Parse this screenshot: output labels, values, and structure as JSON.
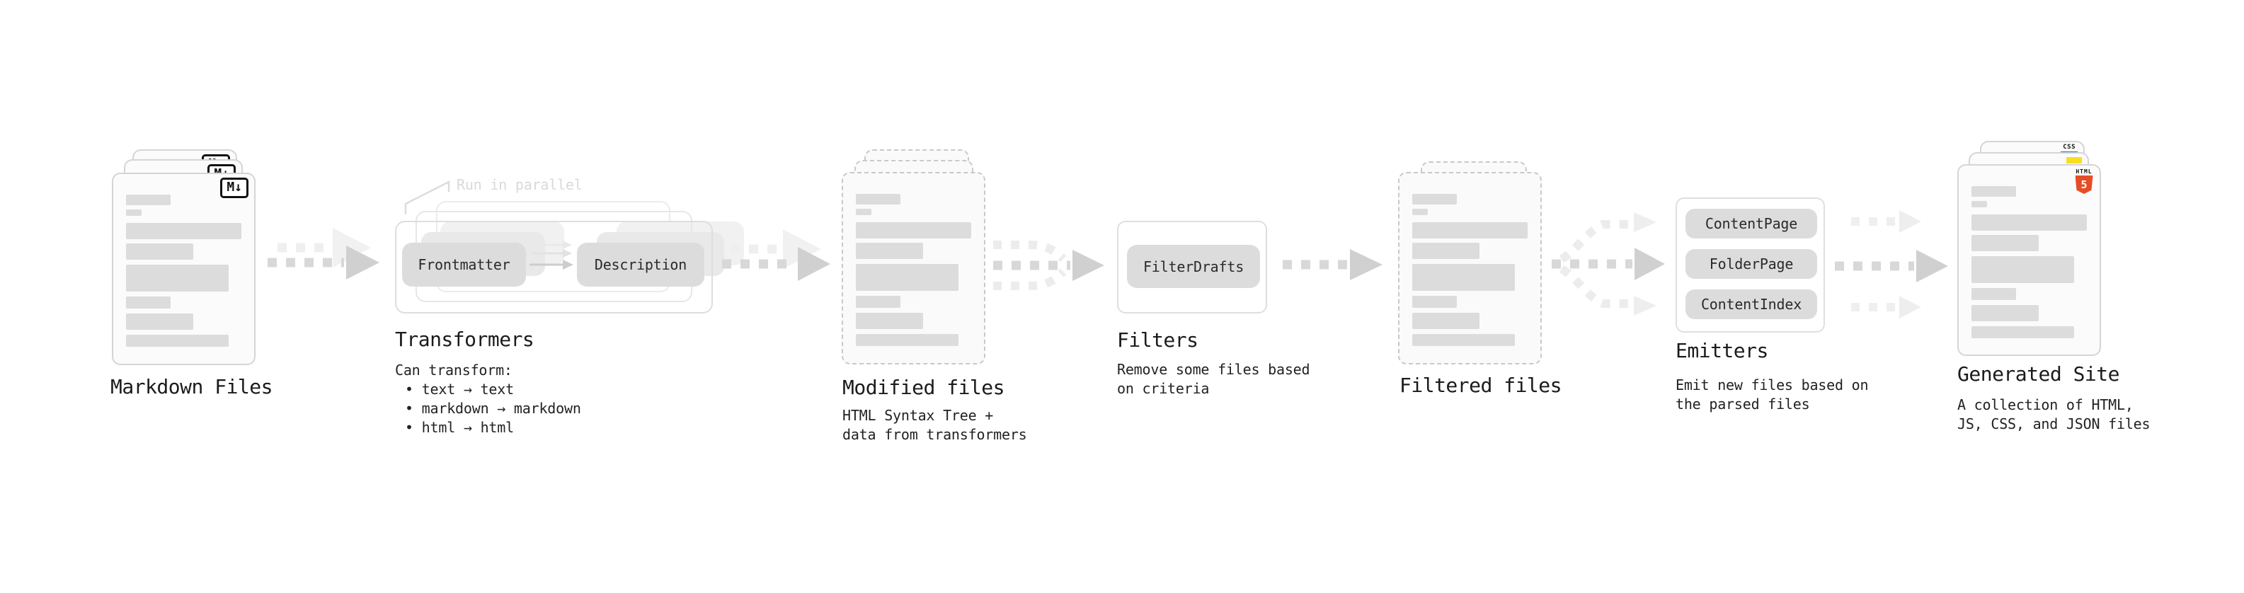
{
  "colors": {
    "accent_html5": "#e44d26",
    "accent_js": "#f7df1e",
    "accent_css": "#2d6ff2",
    "arrow_main": "#d8d8d8",
    "arrow_faint": "#efefef"
  },
  "stages": {
    "markdown": {
      "title": "Markdown Files",
      "badge": "M↓"
    },
    "transformers": {
      "title": "Transformers",
      "parallel_note": "Run in parallel",
      "source_box": "Frontmatter",
      "target_box": "Description",
      "note_heading": "Can transform:",
      "bullet_1": "• text → text",
      "bullet_2": "• markdown → markdown",
      "bullet_3": "• html → html"
    },
    "modified": {
      "title": "Modified files",
      "subtitle_1": "HTML Syntax Tree +",
      "subtitle_2": "data from transformers"
    },
    "filters": {
      "title": "Filters",
      "filter_button": "FilterDrafts",
      "subtitle_1": "Remove some files based",
      "subtitle_2": "on criteria"
    },
    "filtered": {
      "title": "Filtered files"
    },
    "emitters": {
      "title": "Emitters",
      "emitter_1": "ContentPage",
      "emitter_2": "FolderPage",
      "emitter_3": "ContentIndex",
      "subtitle_1": "Emit new files based on",
      "subtitle_2": "the parsed files"
    },
    "generated": {
      "title": "Generated Site",
      "subtitle_1": "A collection of HTML,",
      "subtitle_2": "JS, CSS, and JSON files",
      "css_badge": "CSS",
      "html_badge_label": "HTML",
      "html_badge_number": "5"
    }
  }
}
